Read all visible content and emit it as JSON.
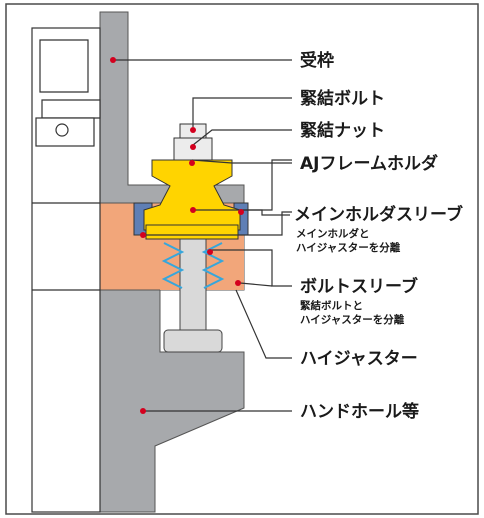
{
  "labels": {
    "ukewaku": "受枠",
    "kinketsu_bolt": "緊結ボルト",
    "kinketsu_nut": "緊結ナット",
    "aj_frame_holder": "AJフレームホルダ",
    "main_holder_sleeve": "メインホルダスリーブ",
    "main_holder_sleeve_note1": "メインホルダと",
    "main_holder_sleeve_note2": "ハイジャスターを分離",
    "bolt_sleeve": "ボルトスリーブ",
    "bolt_sleeve_note1": "緊結ボルトと",
    "bolt_sleeve_note2": "ハイジャスターを分離",
    "hi_juster": "ハイジャスター",
    "handhole": "ハンドホール等"
  },
  "colors": {
    "frame_border": "#4a4a4a",
    "frame_gray": "#a7a9ac",
    "handhole_gray": "#a7a9ac",
    "hi_juster_orange": "#f2a67a",
    "sleeve_blue": "#5f7fb5",
    "spring_blue": "#35a6dc",
    "holder_yellow": "#ffd400",
    "nut_white": "#ececec",
    "marker_red": "#d4001e",
    "leader_line": "#333333"
  }
}
